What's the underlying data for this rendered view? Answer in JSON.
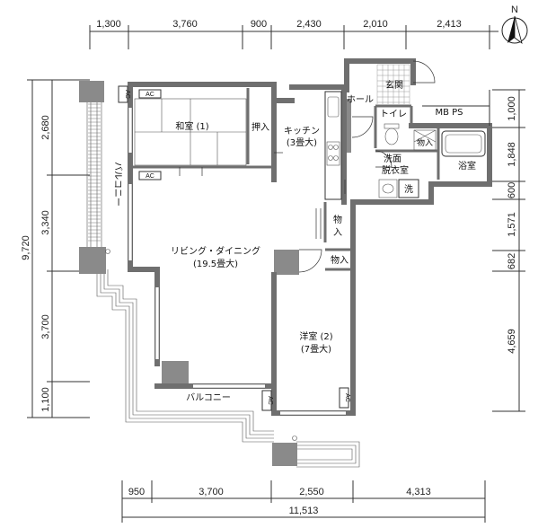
{
  "compass": {
    "label": "N"
  },
  "dimensions": {
    "top": [
      "1,300",
      "3,760",
      "900",
      "2,430",
      "2,010",
      "2,413"
    ],
    "left_total": "9,720",
    "left": [
      "2,680",
      "3,340",
      "3,700",
      "1,100"
    ],
    "right": [
      "1,000",
      "1,848",
      "600",
      "1,571",
      "682",
      "4,659"
    ],
    "bottom": [
      "950",
      "3,700",
      "2,550",
      "4,313"
    ],
    "bottom_total": "11,513"
  },
  "rooms": {
    "washitsu": "和室 (1)",
    "oshiire": "押入",
    "kitchen_1": "キッチン",
    "kitchen_2": "(3畳大)",
    "hall": "ホール",
    "genkan": "玄関",
    "toilet": "トイレ",
    "mbps": "MB PS",
    "mono_small": "物入",
    "senmen_1": "洗面",
    "senmen_2": "脱衣室",
    "bath": "浴室",
    "wash": "洗",
    "mono_1": "物",
    "mono_2": "入",
    "mono_3": "物入",
    "living_1": "リビング・ダイニング",
    "living_2": "(19.5畳大)",
    "yoshitsu_1": "洋室 (2)",
    "yoshitsu_2": "(7畳大)",
    "balcony_side": "バルコニー",
    "balcony_bottom": "バルコニー",
    "ac": "AC"
  }
}
